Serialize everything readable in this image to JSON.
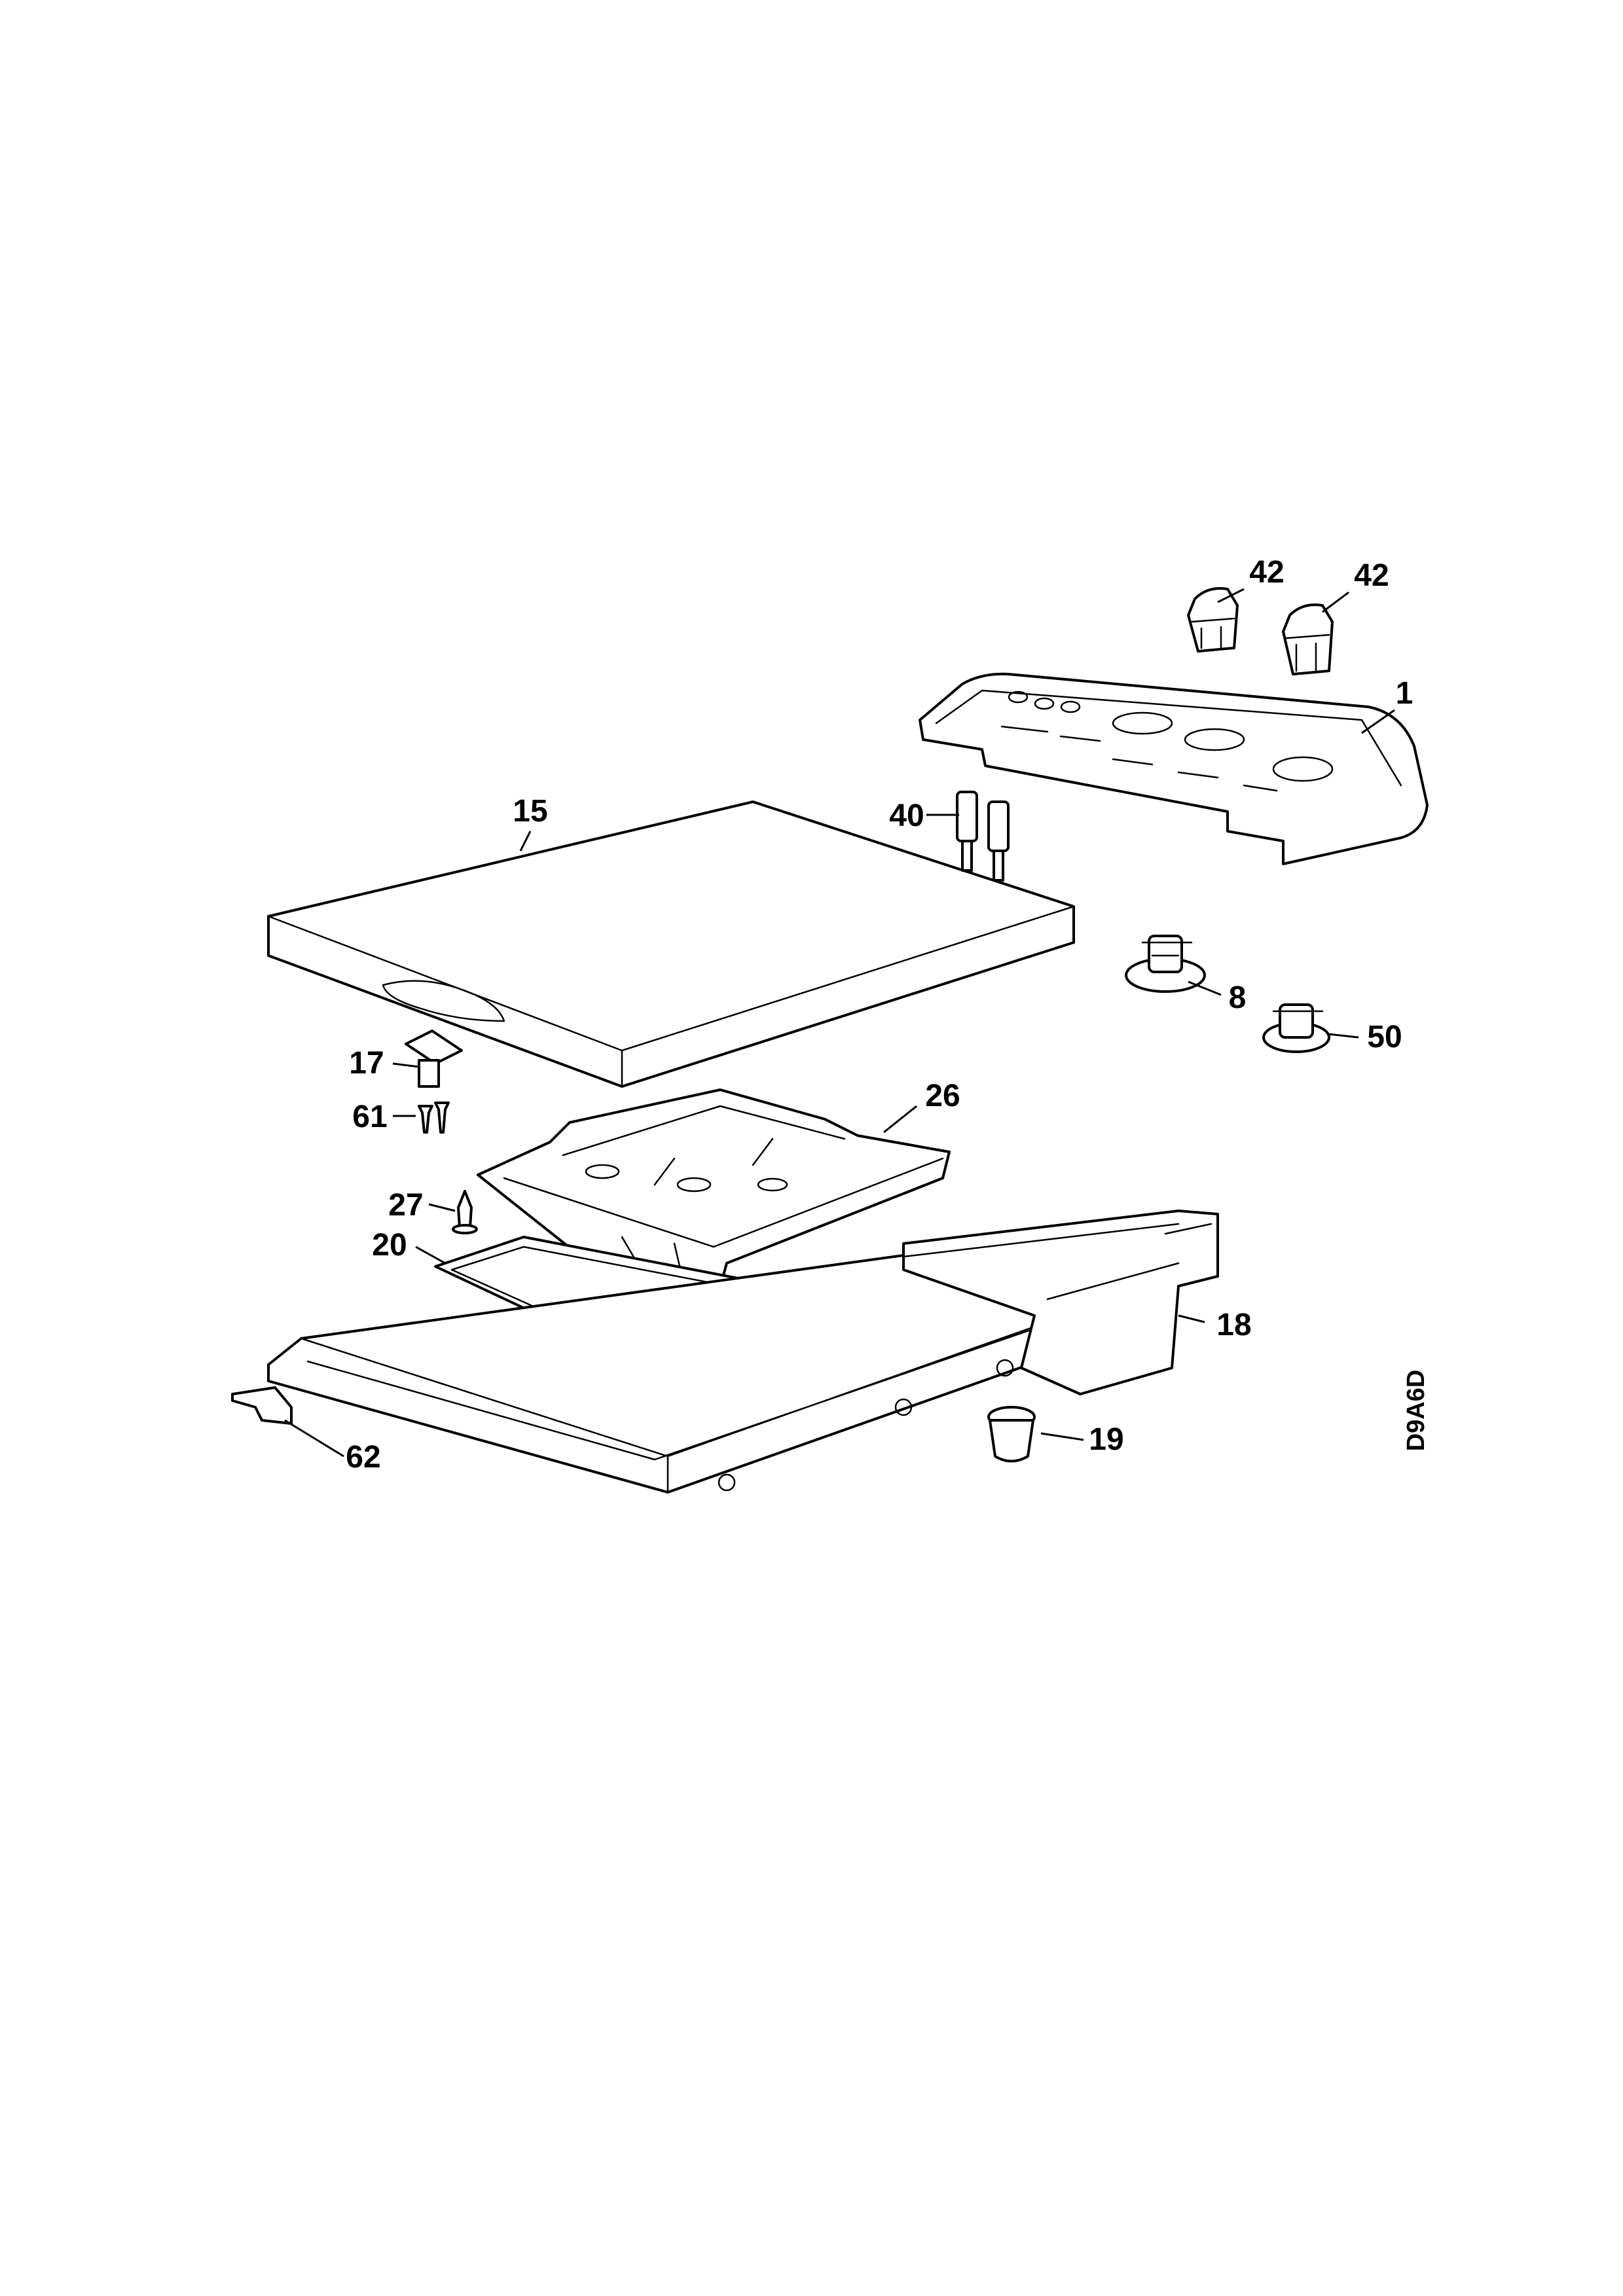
{
  "drawing_code": "D9A6D",
  "callouts": {
    "c42a": "42",
    "c42b": "42",
    "c1": "1",
    "c15": "15",
    "c40": "40",
    "c8": "8",
    "c50": "50",
    "c17": "17",
    "c61": "61",
    "c26": "26",
    "c27": "27",
    "c20": "20",
    "c18": "18",
    "c19": "19",
    "c62": "62"
  }
}
